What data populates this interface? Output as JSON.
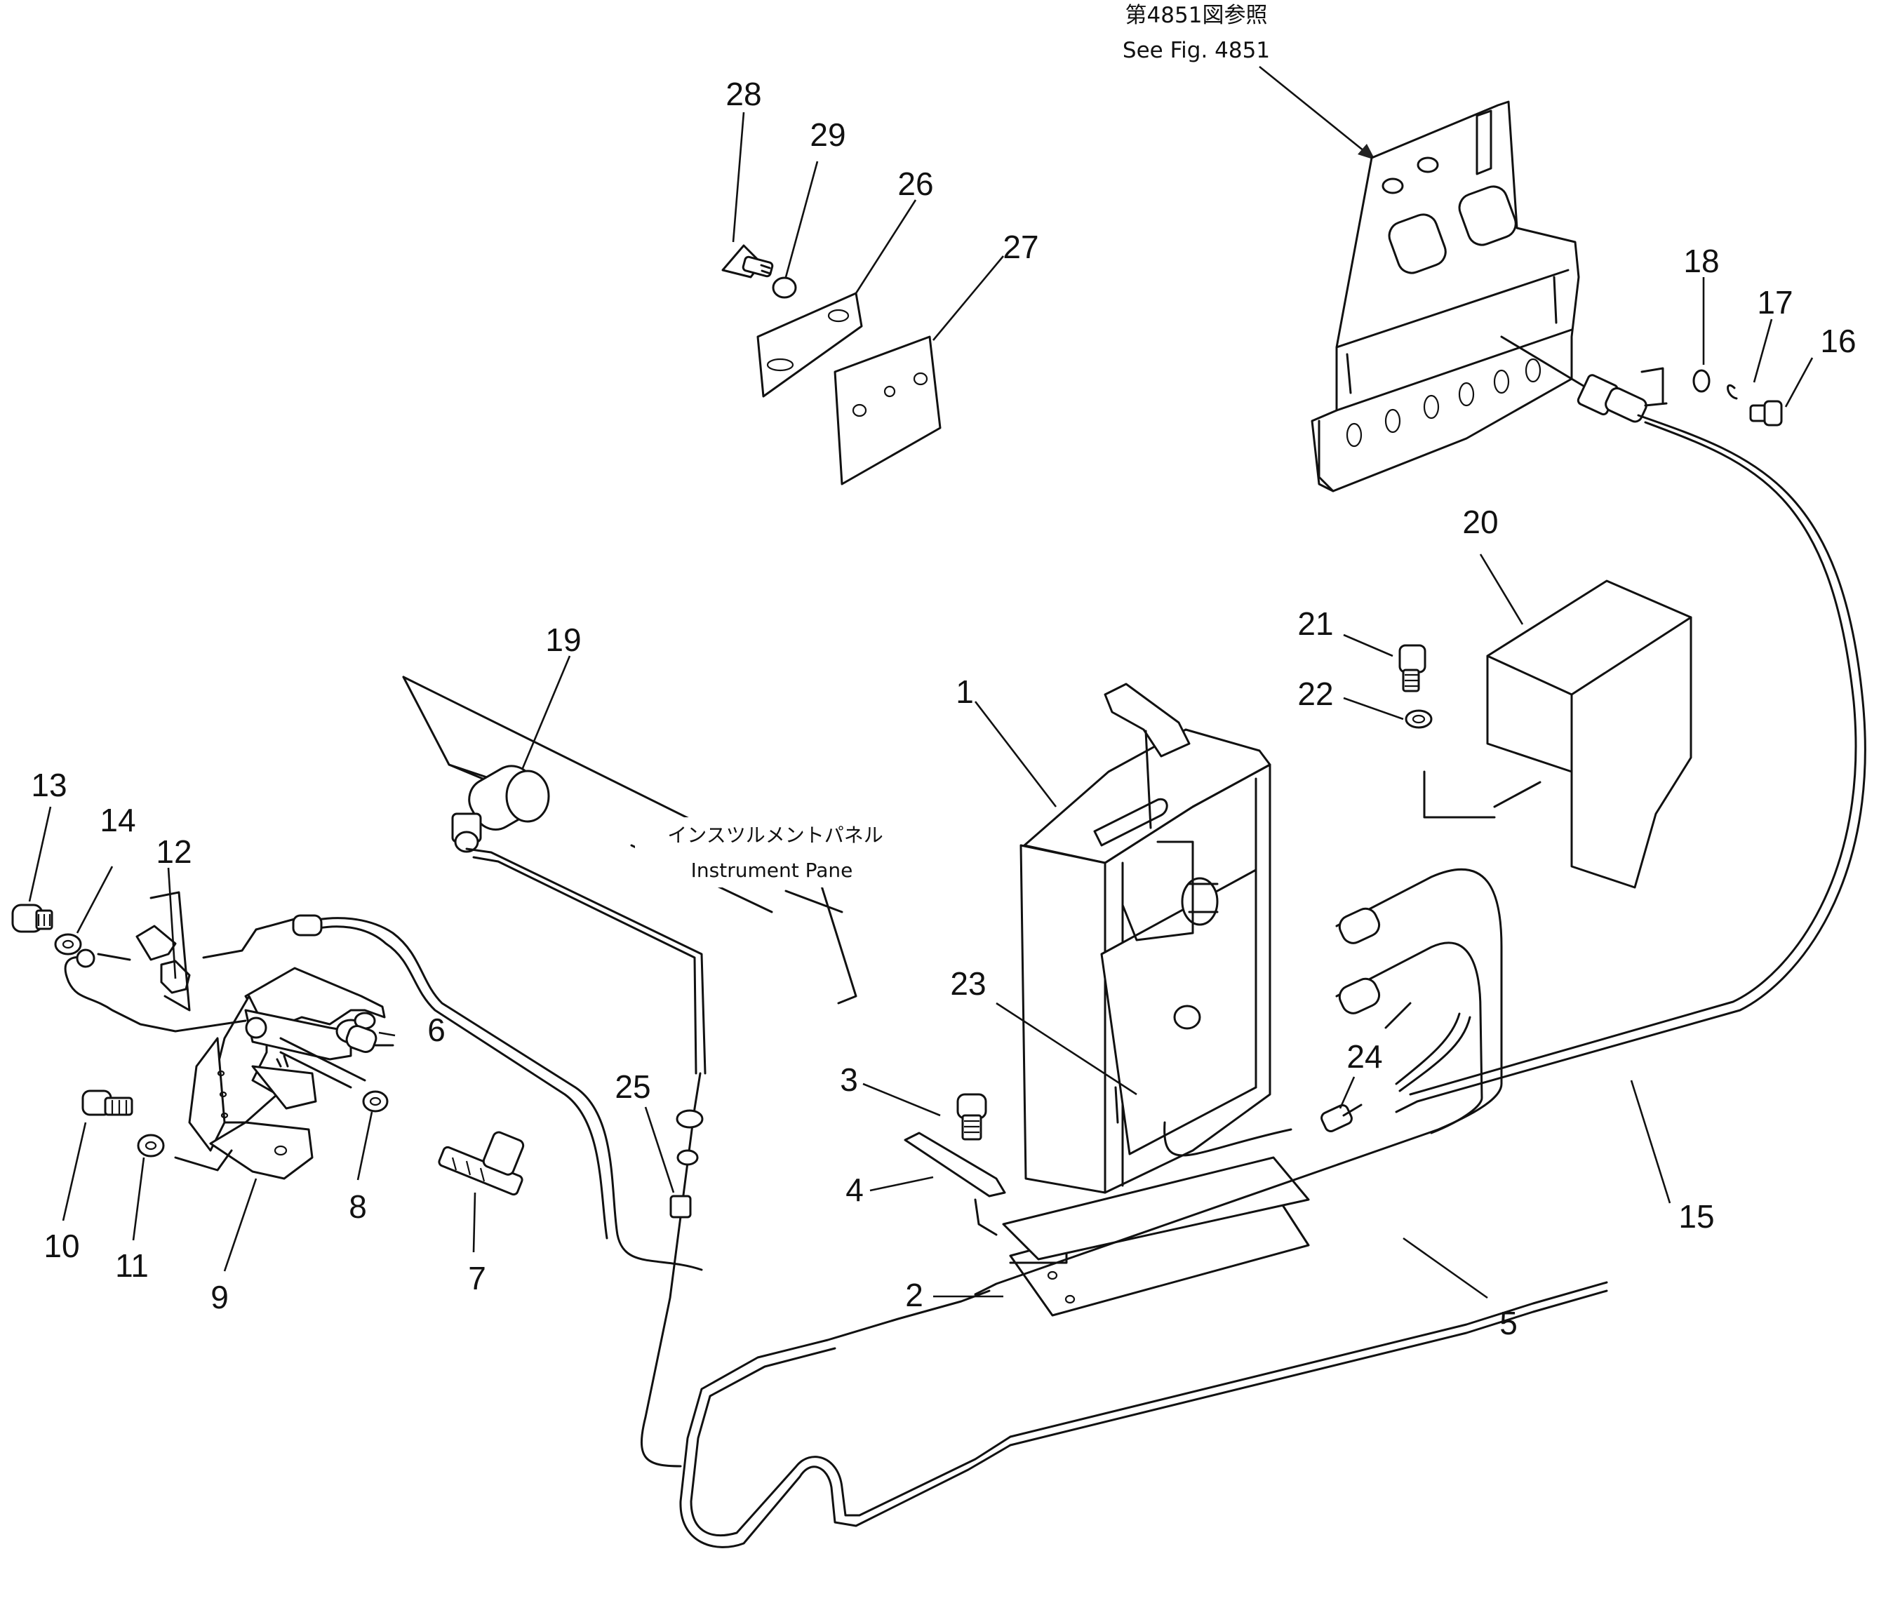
{
  "ref_note": {
    "jp": "第4851図参照",
    "en": "See Fig. 4851"
  },
  "panel_note": {
    "jp": "インスツルメントパネル",
    "en": "Instrument Pane"
  },
  "callouts": {
    "c1": "1",
    "c2": "2",
    "c3": "3",
    "c4": "4",
    "c5": "5",
    "c6": "6",
    "c7": "7",
    "c8": "8",
    "c9": "9",
    "c10": "10",
    "c11": "11",
    "c12": "12",
    "c13": "13",
    "c14": "14",
    "c15": "15",
    "c16": "16",
    "c17": "17",
    "c18": "18",
    "c19": "19",
    "c20": "20",
    "c21": "21",
    "c22": "22",
    "c23": "23",
    "c24": "24",
    "c25": "25",
    "c26": "26",
    "c27": "27",
    "c28": "28",
    "c29": "29"
  }
}
